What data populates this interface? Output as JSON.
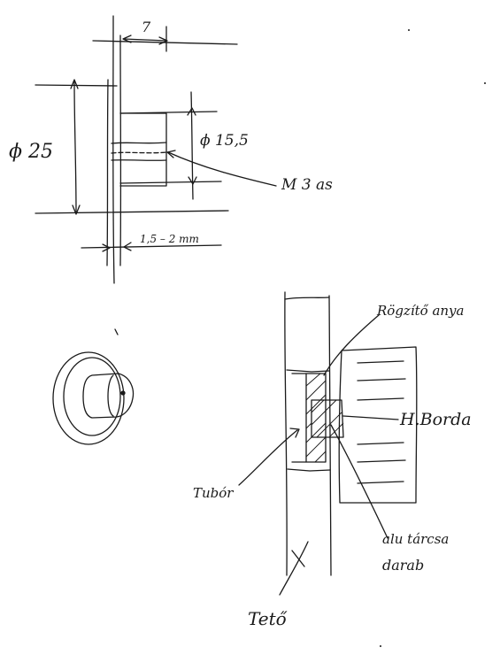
{
  "dimension_sketch": {
    "dim_outer_diameter": "ϕ 25",
    "dim_inner_diameter": "ϕ 15,5",
    "dim_top": "7",
    "dim_wall": "1,5 – 2 mm",
    "thread_label": "M 3 as"
  },
  "section_sketch": {
    "label_nut": "Rögzítő anya",
    "label_fin": "H.Borda",
    "label_tube": "Tubór",
    "label_aluminium_line1": "alu tárcsa",
    "label_aluminium_line2": "darab",
    "label_roof": "Tető"
  },
  "colors": {
    "ink": "#1a1a1a",
    "paper": "#ffffff"
  }
}
